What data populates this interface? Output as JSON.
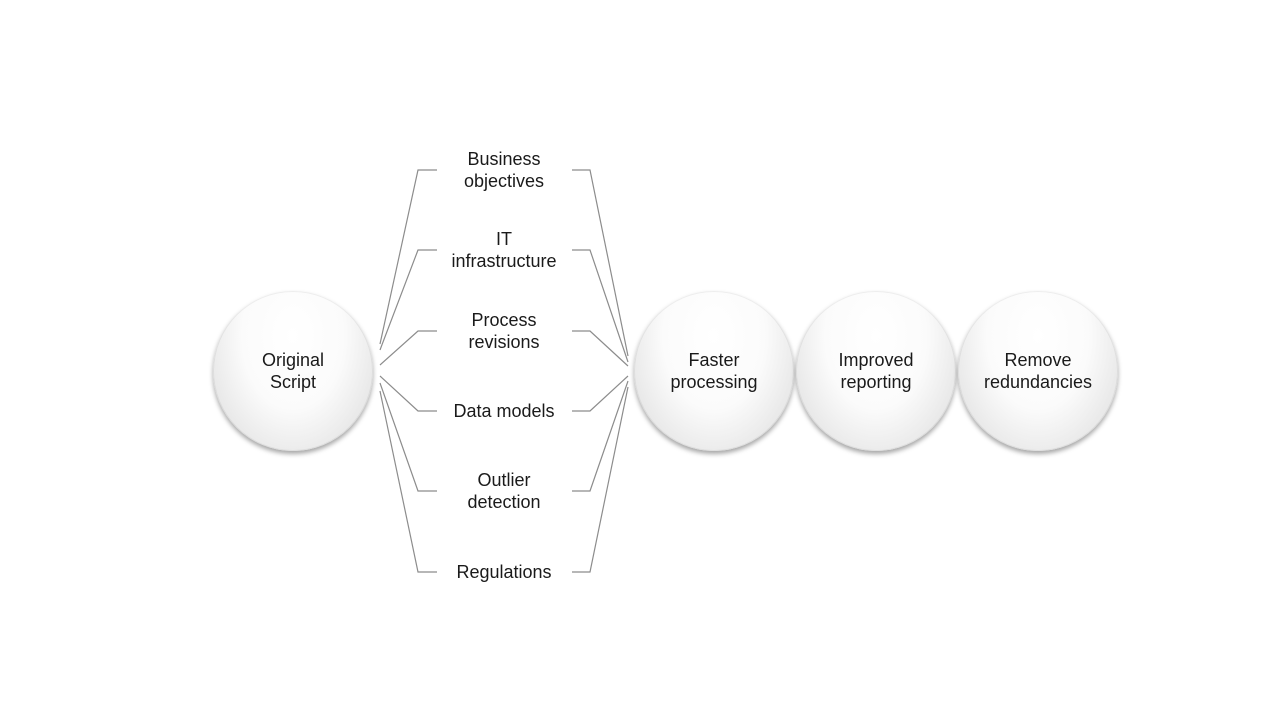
{
  "source": {
    "label": "Original\nScript"
  },
  "factors": [
    {
      "label": "Business\nobjectives"
    },
    {
      "label": "IT\ninfrastructure"
    },
    {
      "label": "Process\nrevisions"
    },
    {
      "label": "Data models"
    },
    {
      "label": "Outlier\ndetection"
    },
    {
      "label": "Regulations"
    }
  ],
  "outcomes": [
    {
      "label": "Faster\nprocessing"
    },
    {
      "label": "Improved\nreporting"
    },
    {
      "label": "Remove\nredundancies"
    }
  ],
  "colors": {
    "connector": "#8c8c8c",
    "text": "#1a1a1a"
  }
}
